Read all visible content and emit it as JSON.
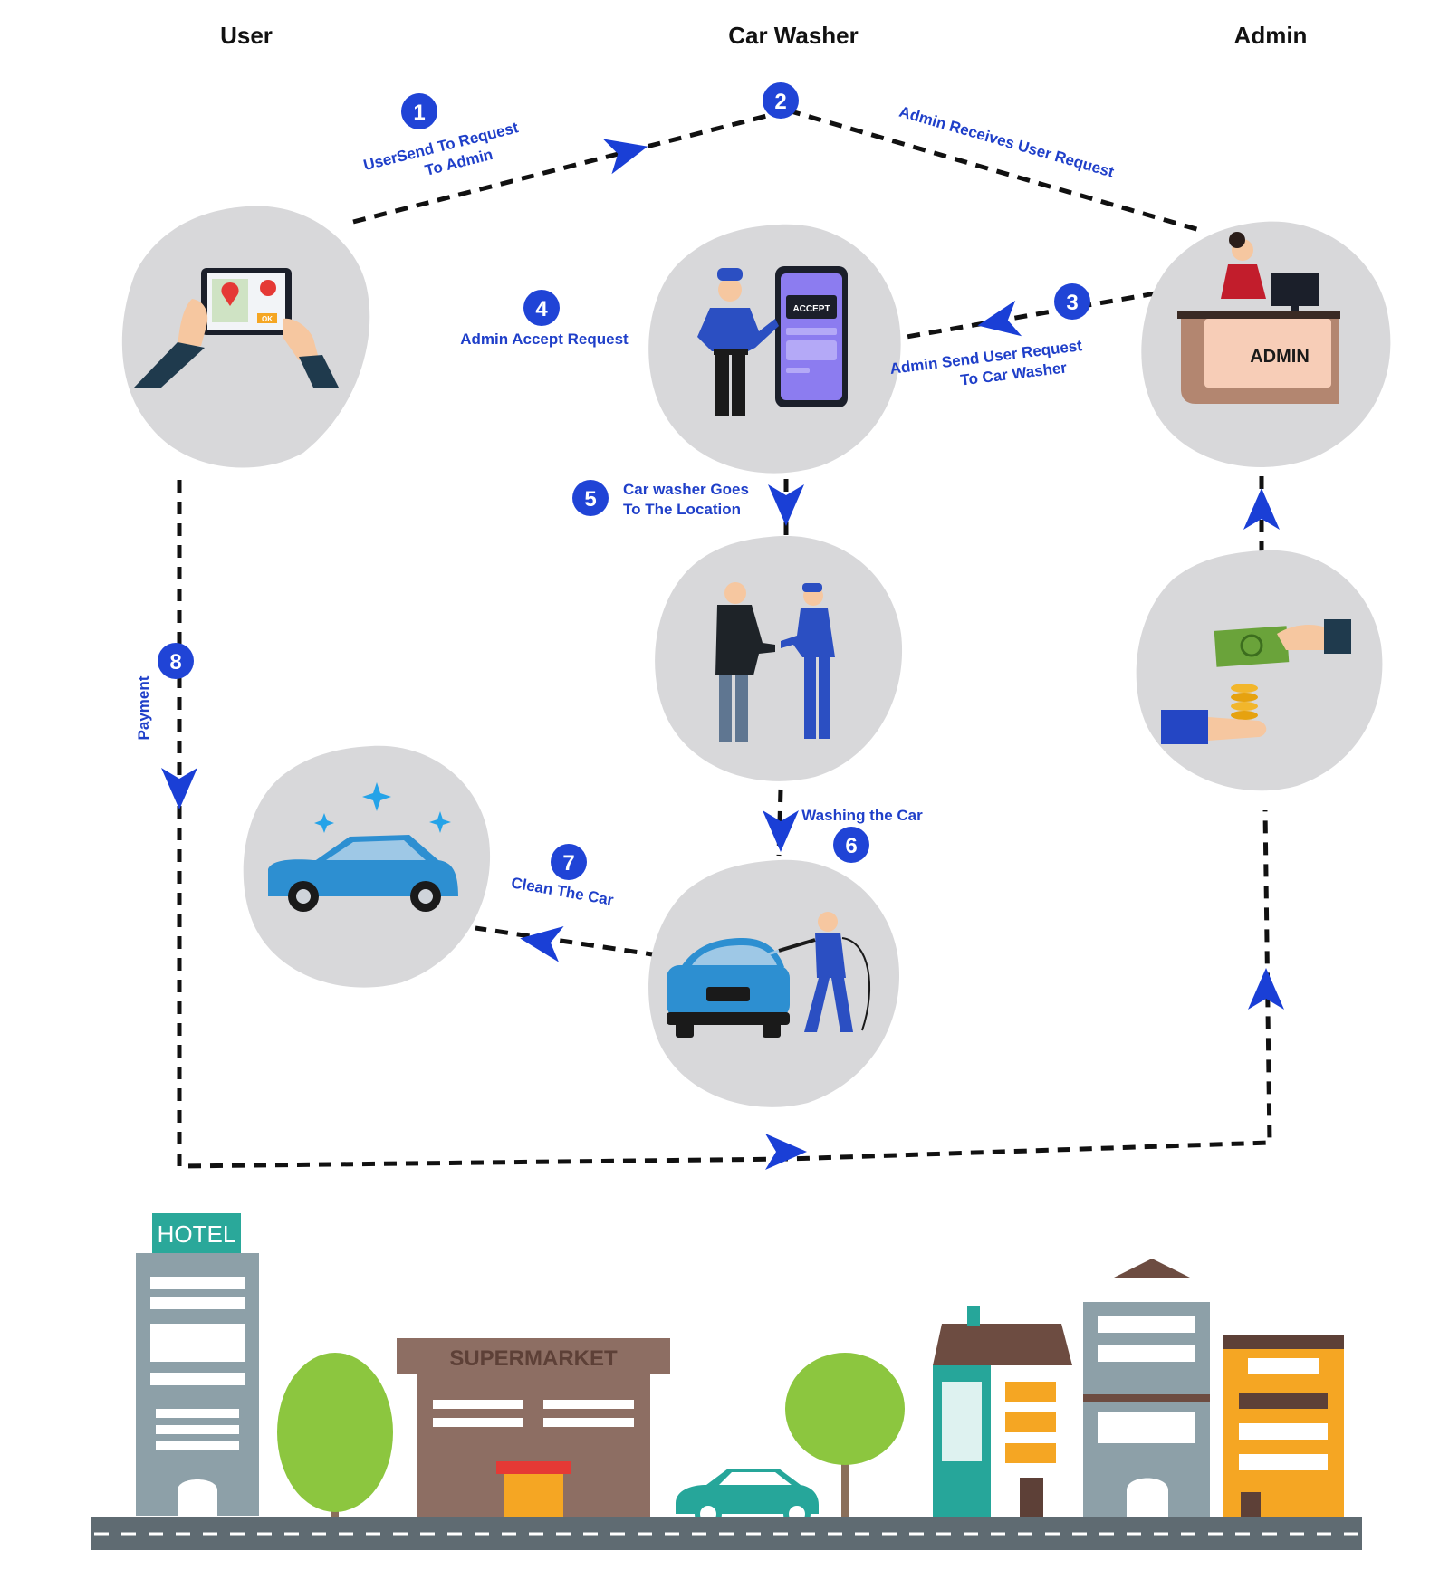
{
  "columns": {
    "user": "User",
    "car_washer": "Car Washer",
    "admin": "Admin"
  },
  "steps": [
    {
      "num": "1",
      "label_line1": "UserSend To Request",
      "label_line2": "To Admin"
    },
    {
      "num": "2",
      "label_line1": "Admin Receives User  Request"
    },
    {
      "num": "3",
      "label_line1": "Admin Send User Request",
      "label_line2": "To Car Washer"
    },
    {
      "num": "4",
      "label_line1": "Admin Accept Request"
    },
    {
      "num": "5",
      "label_line1": "Car washer Goes",
      "label_line2": "To The Location"
    },
    {
      "num": "6",
      "label_line1": "Washing the Car"
    },
    {
      "num": "7",
      "label_line1": "Clean The Car"
    },
    {
      "num": "8",
      "label_line1": "Payment"
    }
  ],
  "illustrations": {
    "phone_button": "ACCEPT",
    "admin_desk_sign": "ADMIN",
    "tablet_ok": "OK",
    "hotel_sign": "HOTEL",
    "supermarket_sign": "SUPERMARKET"
  },
  "colors": {
    "accent": "#1f3fc9",
    "step_badge": "#2044d6",
    "blob": "#d8d8da",
    "path": "#111111"
  }
}
